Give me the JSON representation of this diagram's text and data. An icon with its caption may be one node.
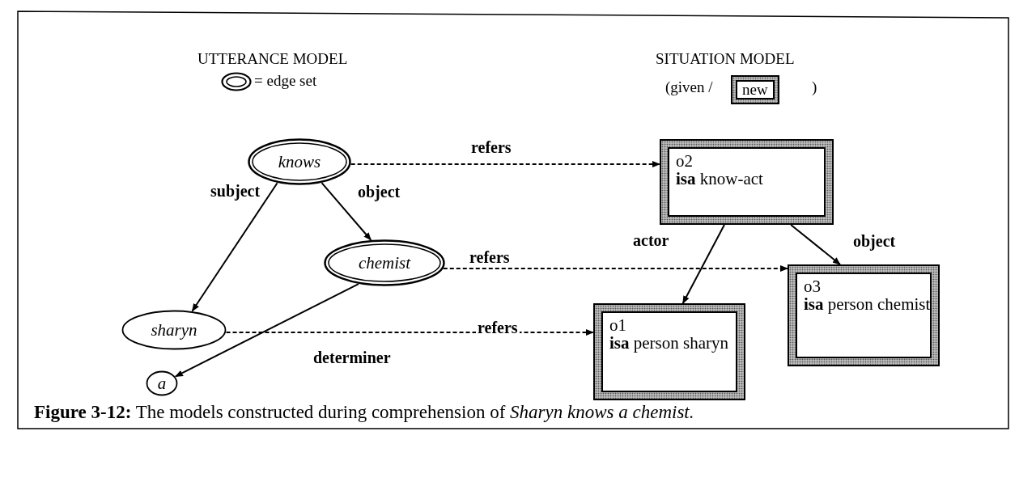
{
  "diagram": {
    "caption": "**Figure 3-12:** The models constructed during comprehension of *Sharyn knows a chemist.*",
    "nodes": [
      {
        "text": [
          "knows"
        ]
      },
      {
        "text": [
          "o2",
          "**isa** know-act"
        ]
      },
      {
        "text": [
          "chemist"
        ]
      },
      {
        "text": [
          "o3",
          "**isa** person chemist"
        ]
      },
      {
        "text": [
          "sharyn"
        ]
      },
      {
        "text": [
          "o1",
          "**isa** person sharyn"
        ]
      },
      {
        "text": [
          "a"
        ]
      }
    ],
    "edges": [
      {
        "from": 0,
        "to": 4,
        "arrow": "to",
        "label": "subject"
      },
      {
        "from": 0,
        "to": 2,
        "arrow": "to",
        "label": "object"
      },
      {
        "from": 0,
        "to": 1,
        "arrow": "to",
        "label": "refers",
        "style": "dashed"
      },
      {
        "from": 2,
        "to": 3,
        "arrow": "to",
        "label": "refers",
        "style": "dashed"
      },
      {
        "from": 4,
        "to": 5,
        "arrow": "to",
        "label": "refers",
        "style": "dashed"
      },
      {
        "from": 2,
        "to": 6,
        "arrow": "to",
        "label": "determiner"
      },
      {
        "from": 1,
        "to": 5,
        "arrow": "to",
        "label": "actor"
      },
      {
        "from": 1,
        "to": 3,
        "arrow": "to",
        "label": "object"
      }
    ],
    "labels": [
      "UTTERANCE MODEL",
      "SITUATION MODEL",
      "(given /",
      ")"
    ],
    "legend": [
      {
        "text": "= edge set"
      },
      {
        "text": "new"
      }
    ]
  }
}
